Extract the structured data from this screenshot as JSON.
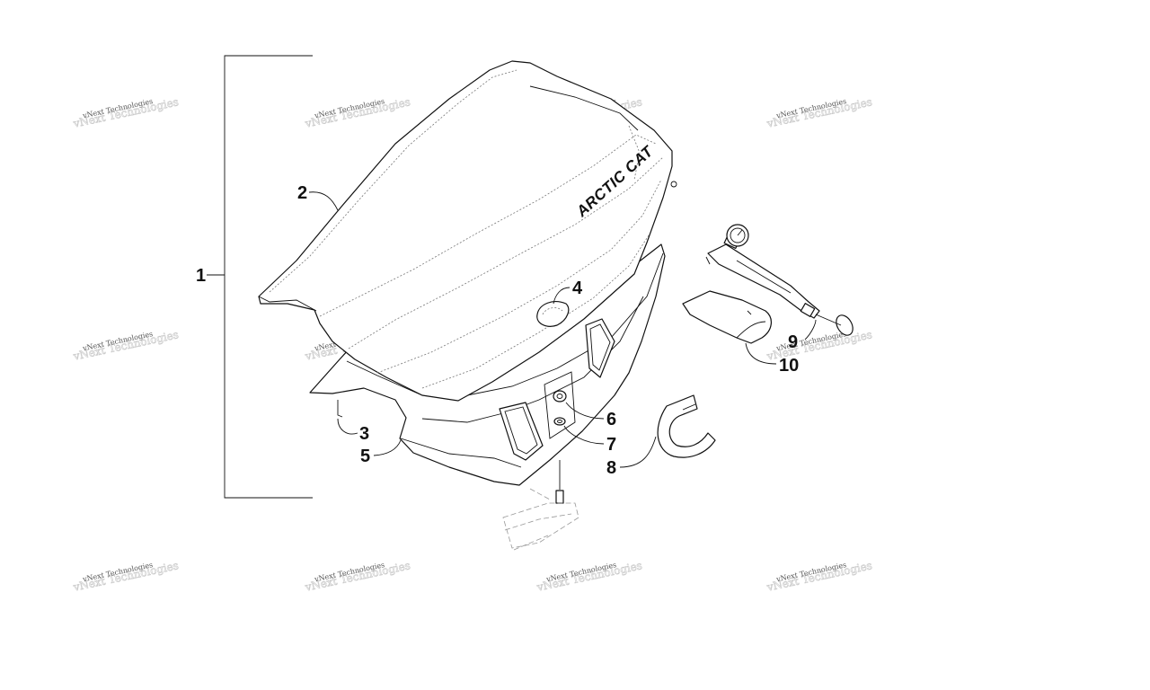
{
  "callouts": {
    "c1": "1",
    "c2": "2",
    "c3": "3",
    "c4": "4",
    "c5": "5",
    "c6": "6",
    "c7": "7",
    "c8": "8",
    "c9": "9",
    "c10": "10"
  },
  "seat_brand": "ARCTIC CAT",
  "watermark": {
    "text": "vNext Technologies",
    "text_back": "vNext Technologies"
  },
  "colors": {
    "ink": "#111111",
    "watermark": "#c9c9c9",
    "background": "#ffffff"
  }
}
